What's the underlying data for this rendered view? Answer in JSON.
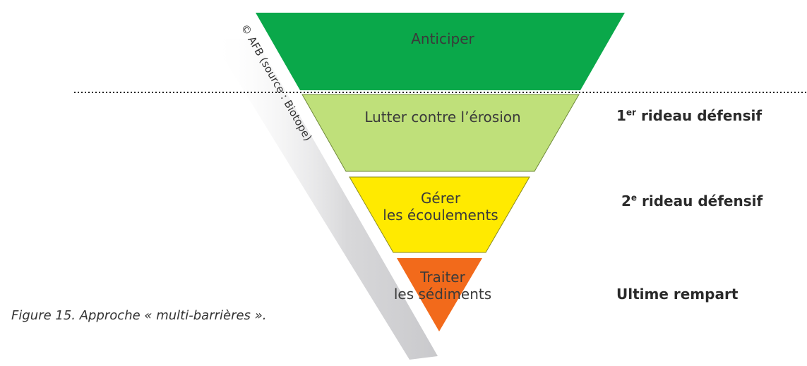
{
  "levels": [
    {
      "label_lines": [
        "Anticiper"
      ],
      "color": "#0aa84a"
    },
    {
      "label_lines": [
        "Lutter contre l’érosion"
      ],
      "color": "#bfe07a"
    },
    {
      "label_lines": [
        "Gérer",
        "les écoulements"
      ],
      "color": "#ffea00"
    },
    {
      "label_lines": [
        "Traiter",
        "les sédiments"
      ],
      "color": "#f26a1b"
    }
  ],
  "side_labels": {
    "first": {
      "num": "1",
      "sup": "er",
      "text": " rideau défensif"
    },
    "second": {
      "num": "2",
      "sup": "e",
      "text": " rideau défensif"
    },
    "third": {
      "text": "Ultime rempart"
    }
  },
  "credit": "© AFB (source : Biotope)",
  "caption": "Figure 15. Approche « multi-barrières »."
}
